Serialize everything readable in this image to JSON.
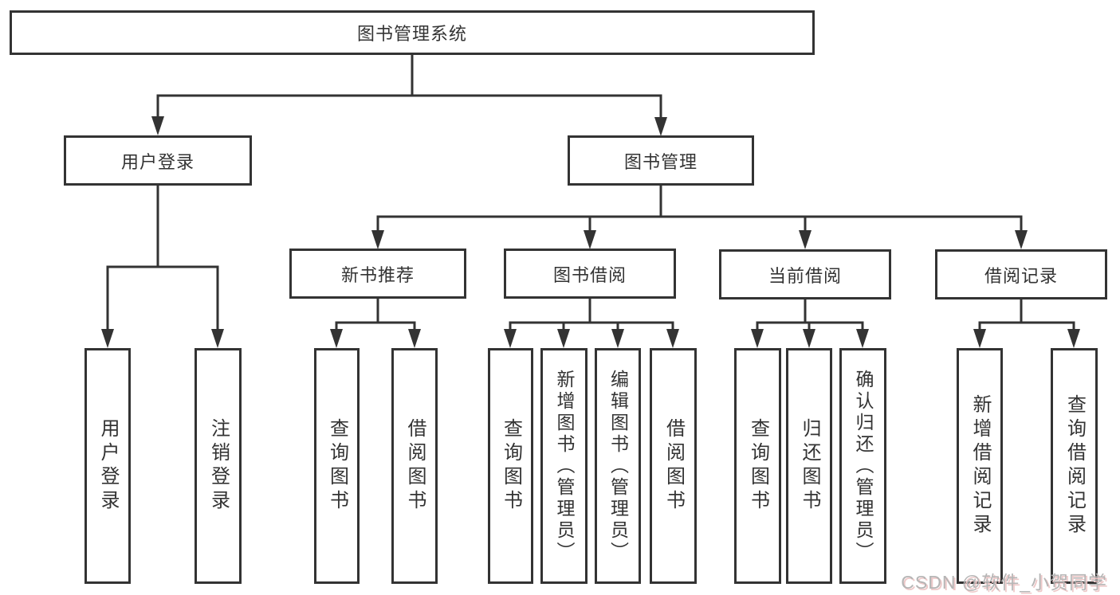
{
  "tree": {
    "root": {
      "label": "图书管理系统"
    },
    "l2": [
      {
        "label": "用户登录"
      },
      {
        "label": "图书管理"
      }
    ],
    "l3": [
      {
        "label": "新书推荐",
        "parent": "图书管理"
      },
      {
        "label": "图书借阅",
        "parent": "图书管理"
      },
      {
        "label": "当前借阅",
        "parent": "图书管理"
      },
      {
        "label": "借阅记录",
        "parent": "图书管理"
      }
    ],
    "leaves": [
      {
        "label": "用户登录",
        "parent": "用户登录"
      },
      {
        "label": "注销登录",
        "parent": "用户登录"
      },
      {
        "label": "查询图书",
        "parent": "新书推荐"
      },
      {
        "label": "借阅图书",
        "parent": "新书推荐"
      },
      {
        "label": "查询图书",
        "parent": "图书借阅"
      },
      {
        "label": "新增图书（管理员）",
        "parent": "图书借阅"
      },
      {
        "label": "编辑图书（管理员）",
        "parent": "图书借阅"
      },
      {
        "label": "借阅图书",
        "parent": "图书借阅"
      },
      {
        "label": "查询图书",
        "parent": "当前借阅"
      },
      {
        "label": "归还图书",
        "parent": "当前借阅"
      },
      {
        "label": "确认归还（管理员）",
        "parent": "当前借阅"
      },
      {
        "label": "新增借阅记录",
        "parent": "借阅记录"
      },
      {
        "label": "查询借阅记录",
        "parent": "借阅记录"
      }
    ]
  },
  "watermark": {
    "text": "CSDN @软件_小贺同学"
  },
  "colors": {
    "line": "#333333",
    "text": "#333333",
    "background": "#ffffff",
    "watermark_text": "#b5b5b5",
    "watermark_shadow": "#eec9c9"
  }
}
